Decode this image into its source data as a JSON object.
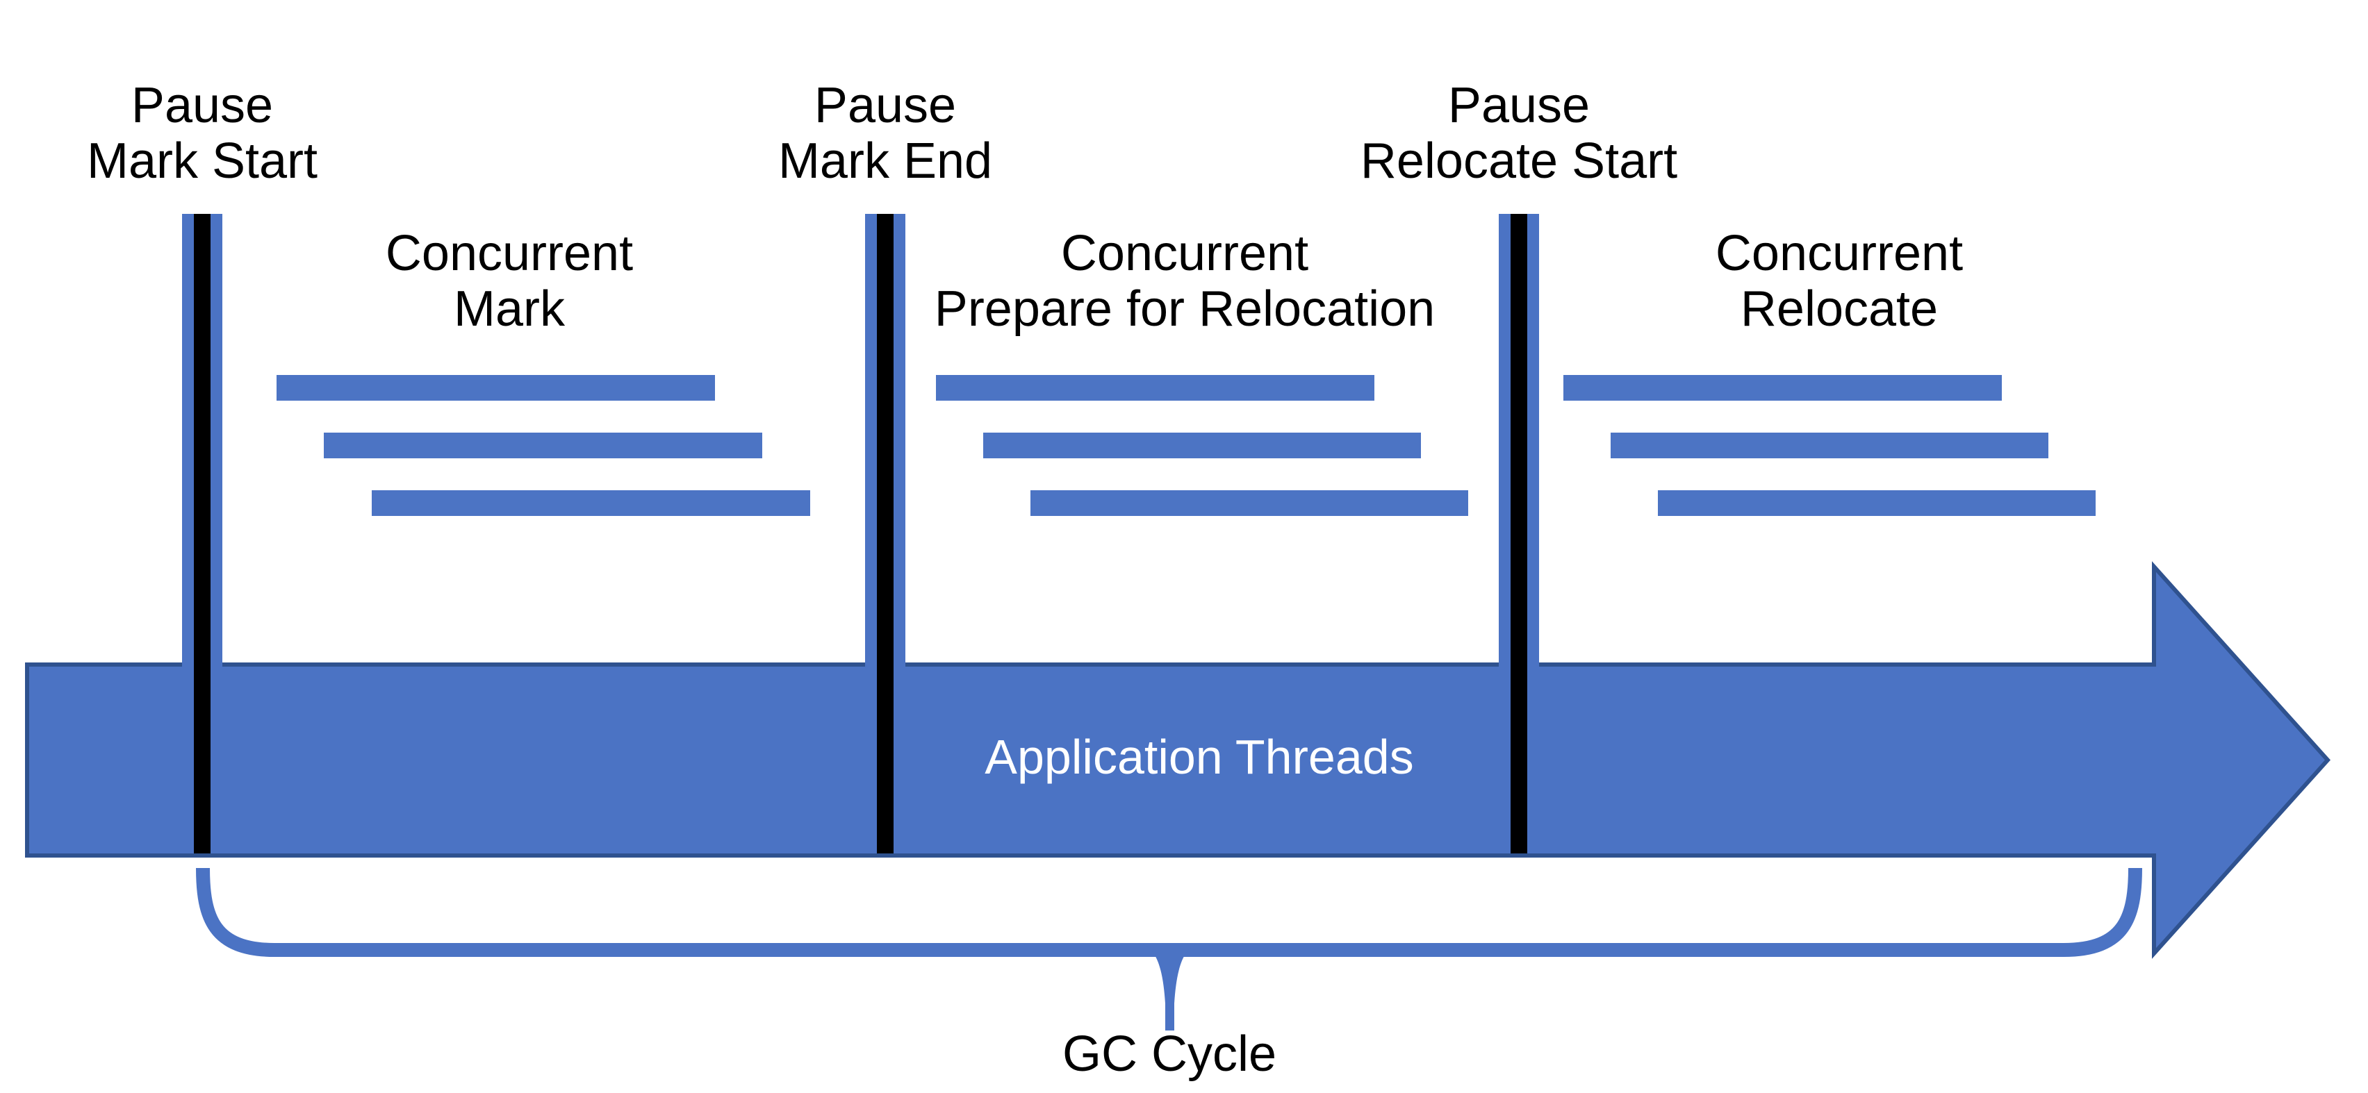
{
  "title": "GC cycle phases timeline diagram",
  "colors": {
    "primary_blue": "#4B73C4",
    "arrow_border_blue": "#2F528F",
    "pause_bar_black": "#000000",
    "label_text": "#000000",
    "arrow_text": "#ffffff",
    "background": "#ffffff"
  },
  "pause_labels": [
    {
      "line1": "Pause",
      "line2": "Mark Start"
    },
    {
      "line1": "Pause",
      "line2": "Mark End"
    },
    {
      "line1": "Pause",
      "line2": "Relocate Start"
    }
  ],
  "concurrent_labels": [
    {
      "line1": "Concurrent",
      "line2": "Mark"
    },
    {
      "line1": "Concurrent",
      "line2": "Prepare for Relocation"
    },
    {
      "line1": "Concurrent",
      "line2": "Relocate"
    }
  ],
  "arrow_label": "Application Threads",
  "brace_label": "GC Cycle",
  "structure": {
    "pause_bar_count": 3,
    "concurrent_groups": 3,
    "thread_bars_per_group": 3
  }
}
